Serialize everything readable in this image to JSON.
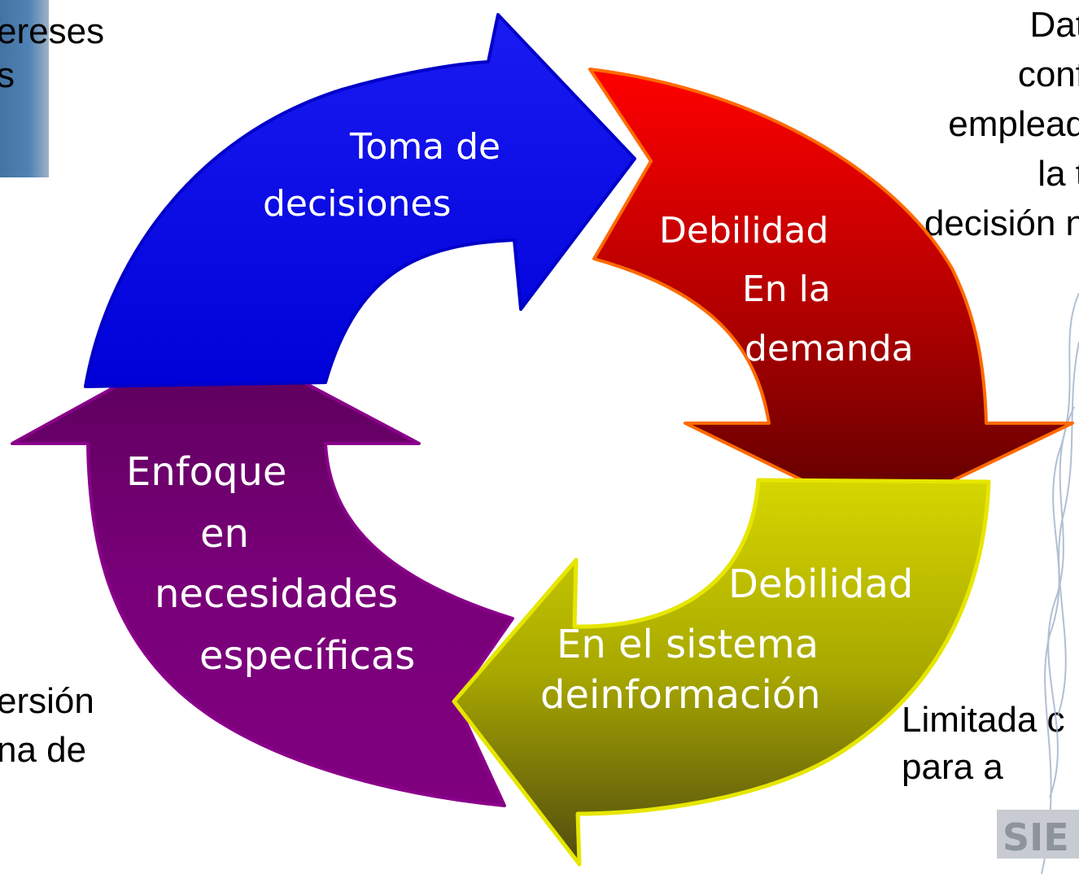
{
  "cycle": {
    "stages": [
      {
        "label_lines": [
          "Toma de",
          "decisiones"
        ],
        "color": "#0a0ae6"
      },
      {
        "label_lines": [
          "Debilidad",
          "En la",
          "demanda"
        ],
        "color": "#e00000"
      },
      {
        "label_lines": [
          "Debilidad",
          "En el sistema",
          "deinformación"
        ],
        "color": "#c8c800"
      },
      {
        "label_lines": [
          "Enfoque",
          "en",
          "necesidades",
          "específicas"
        ],
        "color": "#800080"
      }
    ]
  },
  "background_fragments": {
    "top_left": "ereses\ns",
    "top_right": "Dat\nconf\nemplead\nla t\ndecisión n",
    "bottom_left": "ersión\nna de",
    "bottom_right": "Limitada c\npara a"
  }
}
